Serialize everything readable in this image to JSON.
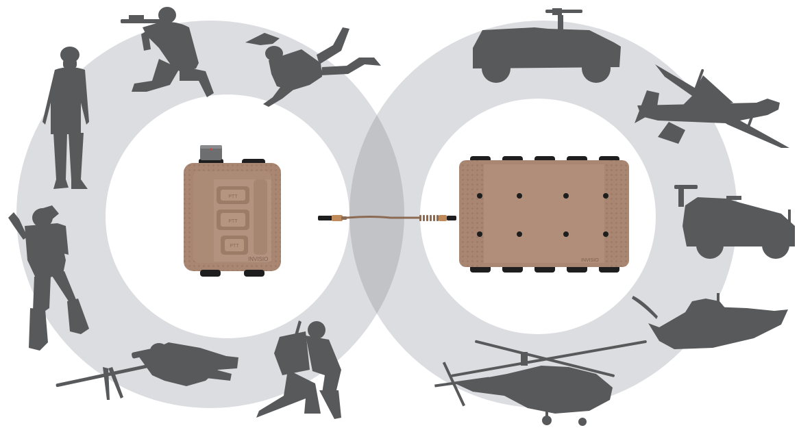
{
  "colors": {
    "background": "#ffffff",
    "ring": "#dcdde0",
    "ring_overlap": "#c2c3c7",
    "silhouette": "#58595b",
    "device_body": "#a88672",
    "device_body_dark": "#8f6f5e",
    "device_face": "#b08e79",
    "connector": "#1e1e1e",
    "cable": "#8a6a52",
    "cable_tip": "#c08a5a"
  },
  "left_ring": {
    "group": "dismounted personnel",
    "device": {
      "brand": "INVISIO",
      "buttons": [
        "PTT",
        "PTT",
        "PTT"
      ],
      "icon": "body-worn-control-unit-icon"
    },
    "figures": [
      {
        "name": "standing-soldier-icon"
      },
      {
        "name": "kneeling-rifleman-icon"
      },
      {
        "name": "freefall-parachutist-icon"
      },
      {
        "name": "combat-diver-icon"
      },
      {
        "name": "prone-sniper-icon"
      },
      {
        "name": "kneeling-radio-operator-icon"
      }
    ]
  },
  "right_ring": {
    "group": "vehicle platforms",
    "device": {
      "brand": "INVISIO",
      "top_connectors": 5,
      "bottom_connectors": 5,
      "screws": 8,
      "icon": "intercom-hub-icon"
    },
    "figures": [
      {
        "name": "humvee-icon"
      },
      {
        "name": "transport-aircraft-icon"
      },
      {
        "name": "armored-patrol-vehicle-icon"
      },
      {
        "name": "patrol-boat-icon"
      },
      {
        "name": "helicopter-icon"
      }
    ]
  },
  "link": {
    "icon": "coiled-cable-icon"
  }
}
